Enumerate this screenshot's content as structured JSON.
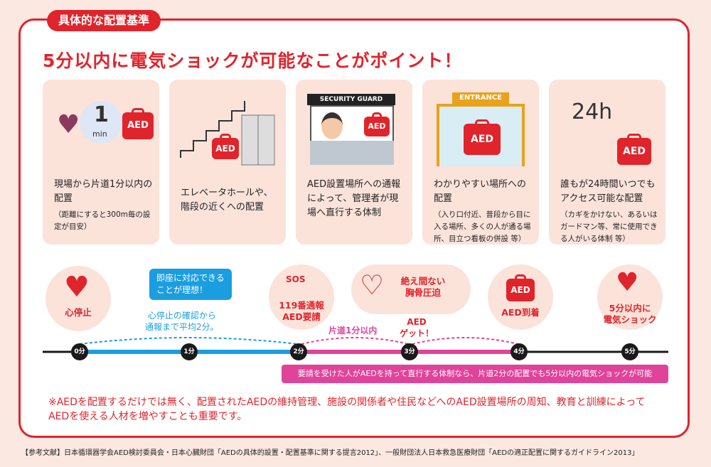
{
  "tab_label": "具体的な配置基準",
  "headline": "5分以内に電気ショックが可能なことがポイント！",
  "cards": [
    {
      "caption": "現場から片道1分以内の配置",
      "sub": "（距離にすると300m毎の設定が目安）",
      "illus_text": "1",
      "illus_unit": "min",
      "aed": "AED"
    },
    {
      "caption": "エレベータホールや、階段の近くへの配置",
      "sub": "",
      "aed": "AED"
    },
    {
      "caption": "AED設置場所への通報によって、管理者が現場へ直行する体制",
      "sub": "",
      "sign": "SECURITY GUARD",
      "aed": "AED"
    },
    {
      "caption": "わかりやすい場所への配置",
      "sub": "（入り口付近、普段から目に入る場所、多くの人が通る場所、目立つ看板の併設 等）",
      "sign": "ENTRANCE",
      "aed": "AED"
    },
    {
      "caption": "誰もが24時間いつでもアクセス可能な配置",
      "sub": "（カギをかけない、あるいはガードマン等、常に使用できる人がいる体制 等）",
      "illus_text": "24h",
      "aed": "AED"
    }
  ],
  "timeline": {
    "events": [
      {
        "label": "心停止"
      },
      {
        "label": "119番通報\nAED要請",
        "icon_text": "SOS"
      },
      {
        "label": "絶え間ない\n胸骨圧迫"
      },
      {
        "label": "AED到着",
        "icon_text": "AED"
      },
      {
        "label": "5分以内に\n電気ショック"
      }
    ],
    "bubble": "即座に対応できる\nことが理想！",
    "blue_note": "心停止の確認から\n通報まで平均2分。",
    "pink_note": "片道1分以内",
    "aed_get": "AED\nゲット！",
    "ticks": [
      "0分",
      "1分",
      "2分",
      "3分",
      "4分",
      "5分"
    ],
    "bar_text": "要請を受けた人がAEDを持って直行する体制なら、片道2分の配置でも5分以内の電気ショックが可能"
  },
  "note": "※AEDを配置するだけでは無く、配置されたAEDの維持管理、施設の関係者や住民などへのAED設置場所の周知、教育と訓練によって　AEDを使える人材を増やすことも重要です。",
  "reference": "【参考文献】日本循環器学会AED検討委員会・日本心臓財団「AEDの具体的設置・配置基準に関する提言2012」、一般財団法人日本救急医療財団「AEDの適正配置に関するガイドライン2013」",
  "colors": {
    "red": "#e0242c",
    "pink": "#e0439a",
    "blue": "#1a9ee0",
    "card": "#fbe3da"
  }
}
